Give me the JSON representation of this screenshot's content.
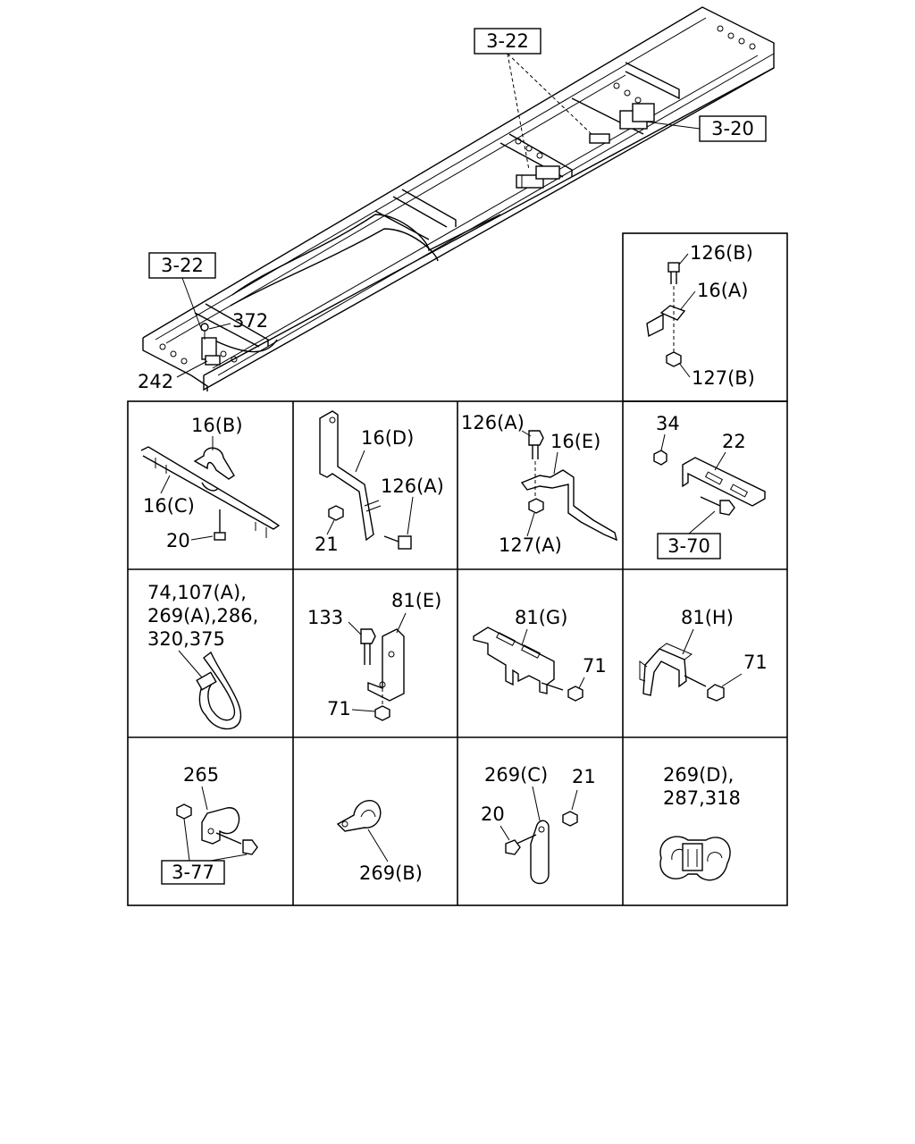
{
  "frame": {
    "callouts": {
      "ref_3_22_top": "3-22",
      "ref_3_20": "3-20",
      "ref_3_22_left": "3-22",
      "label_372": "372",
      "label_242": "242"
    }
  },
  "cells": {
    "c_126b_16a": {
      "l1": "126(B)",
      "l2": "16(A)",
      "l3": "127(B)"
    },
    "c_16b_16c": {
      "l1": "16(B)",
      "l2": "16(C)",
      "l3": "20"
    },
    "c_16d": {
      "l1": "16(D)",
      "l2": "126(A)",
      "l3": "21"
    },
    "c_16e": {
      "l1": "126(A)",
      "l2": "16(E)",
      "l3": "127(A)"
    },
    "c_22": {
      "l1": "34",
      "l2": "22",
      "ref": "3-70"
    },
    "c_tie": {
      "l1": "74,107(A),",
      "l2": "269(A),286,",
      "l3": "320,375"
    },
    "c_81e": {
      "l1": "133",
      "l2": "81(E)",
      "l3": "71"
    },
    "c_81g": {
      "l1": "81(G)",
      "l2": "71"
    },
    "c_81h": {
      "l1": "81(H)",
      "l2": "71"
    },
    "c_265": {
      "l1": "265",
      "ref": "3-77"
    },
    "c_269b": {
      "l1": "269(B)"
    },
    "c_269c": {
      "l1": "269(C)",
      "l2": "21",
      "l3": "20"
    },
    "c_269d": {
      "l1": "269(D),",
      "l2": "287,318"
    }
  }
}
